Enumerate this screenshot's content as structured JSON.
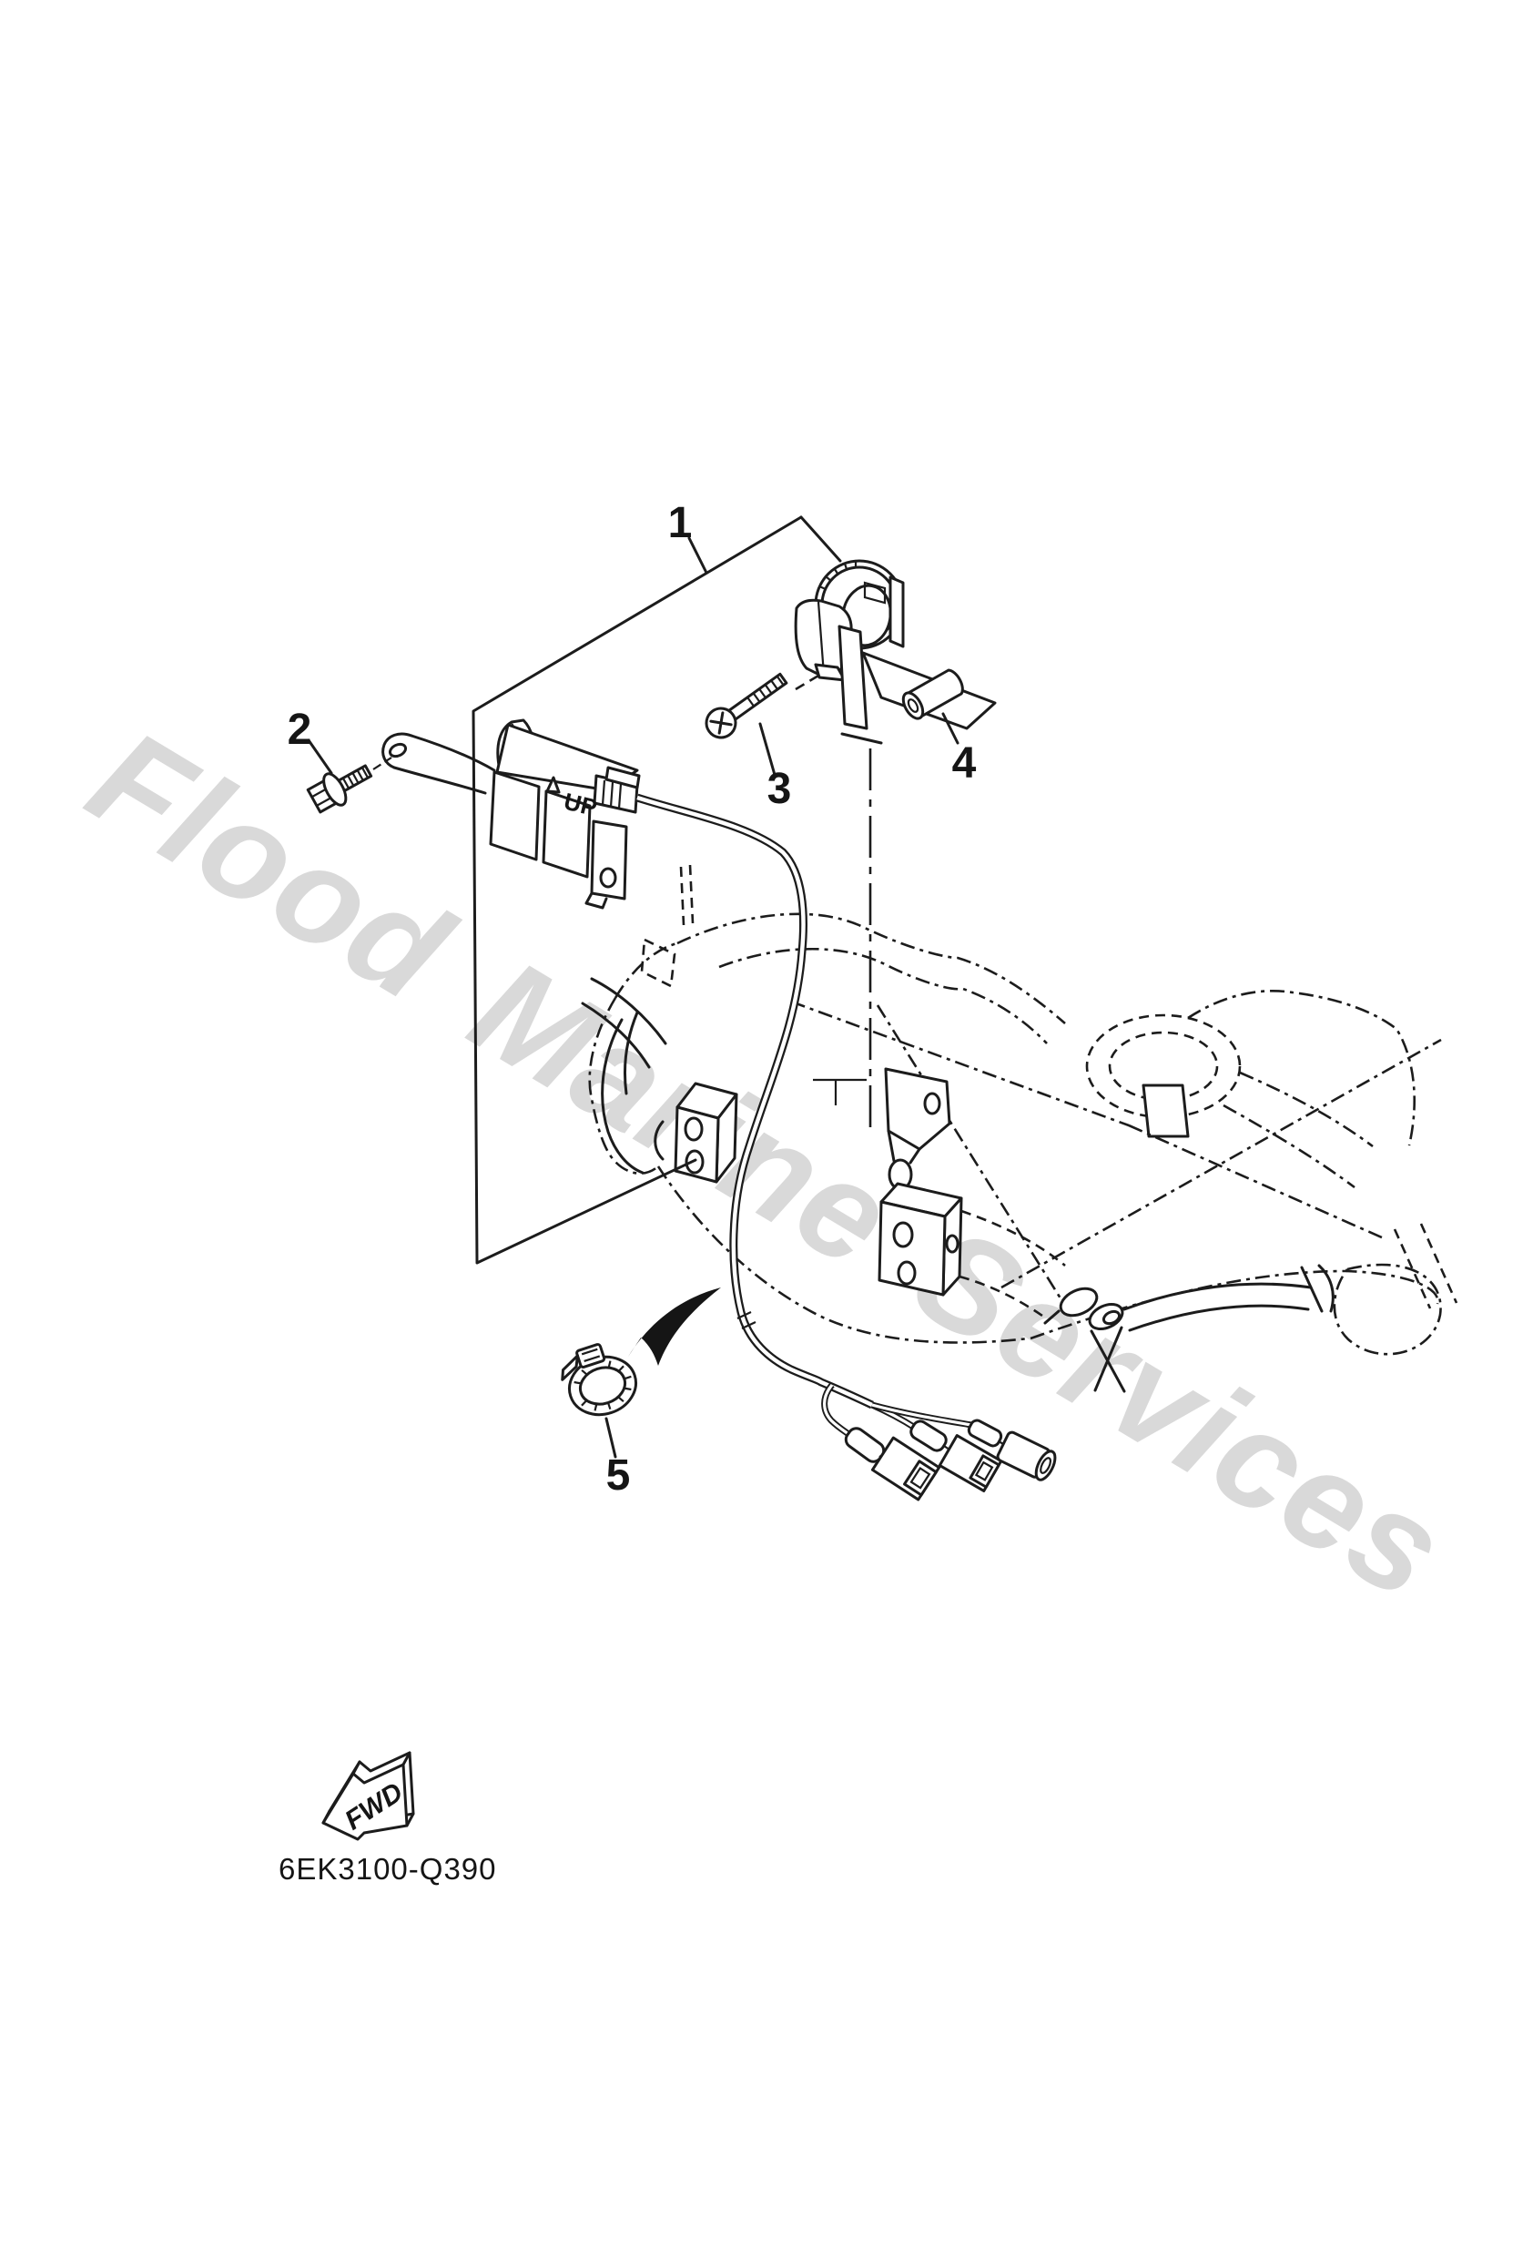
{
  "page": {
    "background": "#ffffff"
  },
  "colors": {
    "line": "#1c1c1c",
    "watermark": "#d9d9d9"
  },
  "watermark": {
    "text": "Flood Marine Services"
  },
  "footer": {
    "part_code": "6EK3100-Q390"
  },
  "labels": {
    "up": "UP",
    "fwd": "FWD"
  },
  "callouts": [
    "1",
    "2",
    "3",
    "4",
    "5"
  ]
}
